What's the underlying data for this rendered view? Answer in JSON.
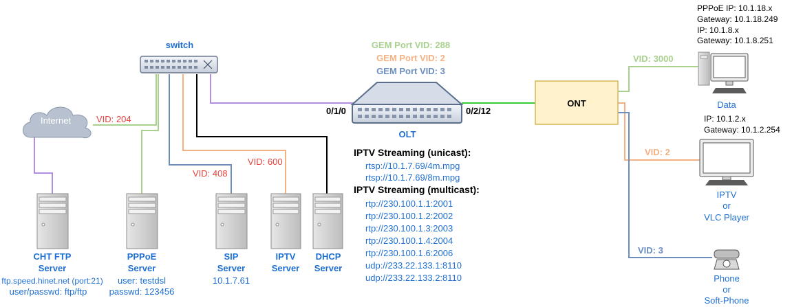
{
  "switch": {
    "label": "switch"
  },
  "olt": {
    "label": "OLT",
    "port_left": "0/1/0",
    "port_right": "0/2/12"
  },
  "ont": {
    "label": "ONT"
  },
  "gem_ports": [
    "GEM Port VID: 288",
    "GEM Port VID: 2",
    "GEM Port VID: 3"
  ],
  "internet": {
    "label": "Internet",
    "vid": "VID: 204"
  },
  "vids": {
    "sip": "VID: 408",
    "iptv": "VID: 600",
    "data": "VID: 3000",
    "iptv_client": "VID: 2",
    "phone": "VID: 3"
  },
  "servers": {
    "cht_ftp": {
      "name1": "CHT FTP",
      "name2": "Server",
      "info1": "ftp.speed.hinet.net (port:21)",
      "info2": "user/passwd: ftp/ftp"
    },
    "pppoe": {
      "name1": "PPPoE",
      "name2": "Server",
      "info1": "user: testdsl",
      "info2": "passwd: 123456"
    },
    "sip": {
      "name1": "SIP",
      "name2": "Server",
      "info1": "10.1.7.61"
    },
    "iptv": {
      "name1": "IPTV",
      "name2": "Server"
    },
    "dhcp": {
      "name1": "DHCP",
      "name2": "Server"
    }
  },
  "iptv_streaming": {
    "unicast_title": "IPTV Streaming (unicast):",
    "unicast": [
      "rtsp://10.1.7.69/4m.mpg",
      "rtsp://10.1.7.69/8m.mpg"
    ],
    "multicast_title": "IPTV Streaming (multicast):",
    "multicast": [
      "rtp://230.100.1.1:2001",
      "rtp://230.100.1.2:2002",
      "rtp://230.100.1.3:2003",
      "rtp://230.100.1.4:2004",
      "rtp://230.100.1.6:2006",
      "udp://233.22.133.1:8110",
      "udp://233.22.133.2:8110"
    ]
  },
  "data_client": {
    "lines": [
      "PPPoE IP: 10.1.18.x",
      "Gateway: 10.1.18.249",
      "IP: 10.1.8.x",
      "Gateway: 10.1.8.251"
    ],
    "label": "Data"
  },
  "iptv_client": {
    "lines": [
      "IP: 10.1.2.x",
      "Gateway: 10.1.2.254"
    ],
    "label1": "IPTV",
    "label2": "or",
    "label3": "VLC Player"
  },
  "phone_client": {
    "label1": "Phone",
    "label2": "or",
    "label3": "Soft-Phone"
  },
  "colors": {
    "purple": "#b38de0",
    "green_link": "#a9d18e",
    "fiber": "#33cc33",
    "orange": "#f4b183",
    "steel": "#6c8ebf",
    "label_blue": "#1f6fd1",
    "vid_red": "#e8413c"
  }
}
